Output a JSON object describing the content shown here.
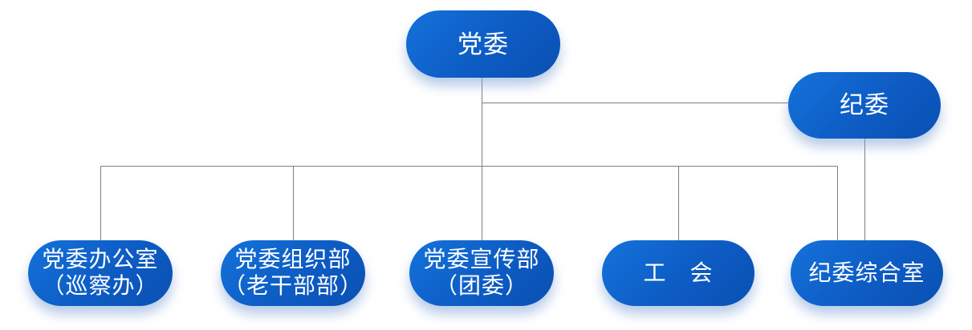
{
  "org_chart": {
    "type": "organization-chart",
    "colors": {
      "background": "#ffffff",
      "node_gradient_start": "#1472da",
      "node_gradient_mid": "#0d5cc4",
      "node_gradient_end": "#0a50b2",
      "node_text": "#ffffff",
      "connector": "#7f7f7f"
    },
    "nodes": {
      "root": {
        "label": "党委"
      },
      "secondary": {
        "label": "纪委"
      },
      "children": [
        {
          "line1": "党委办公室",
          "line2": "（巡察办）"
        },
        {
          "line1": "党委组织部",
          "line2": "（老干部部）"
        },
        {
          "line1": "党委宣传部",
          "line2": "（团委）"
        },
        {
          "line1": "工　会"
        },
        {
          "line1": "纪委综合室"
        }
      ]
    }
  }
}
